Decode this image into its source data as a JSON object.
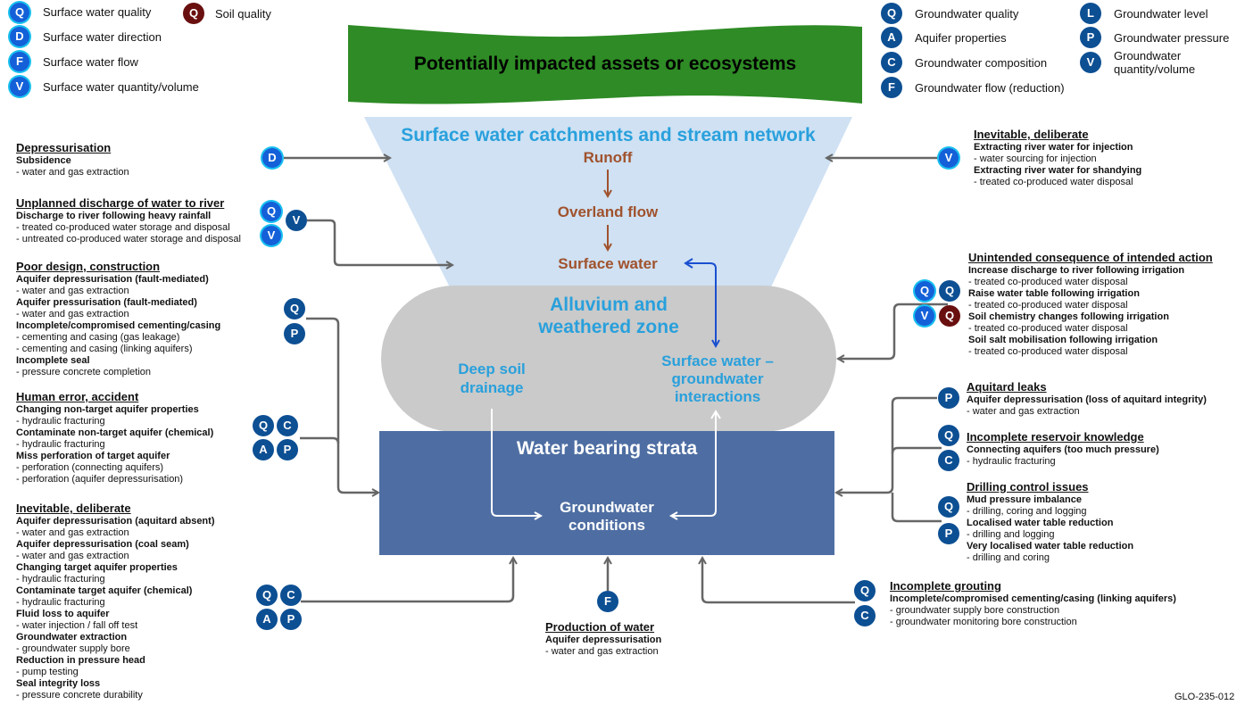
{
  "title_banner": "Potentially impacted assets or ecosystems",
  "figure_code": "GLO-235-012",
  "colors": {
    "banner_green": "#2e8b25",
    "catchment_fill": "#cfe1f3",
    "alluvium_fill": "#cacaca",
    "strata_fill": "#4e6ea3",
    "surface_badge": "#1460d8",
    "surface_badge_ring": "#19c0f0",
    "groundwater_badge": "#0d4f93",
    "soil_badge": "#6a0f0f",
    "zone_label_blue": "#29a0dc",
    "process_brown": "#a0522d",
    "connector_grey": "#666666",
    "interaction_arrow_blue": "#1a4fd0"
  },
  "legend": {
    "surface": [
      {
        "letter": "Q",
        "label": "Surface water quality"
      },
      {
        "letter": "D",
        "label": "Surface water direction"
      },
      {
        "letter": "F",
        "label": "Surface water flow"
      },
      {
        "letter": "V",
        "label": "Surface water quantity/volume"
      }
    ],
    "soil": [
      {
        "letter": "Q",
        "label": "Soil quality"
      }
    ],
    "groundwater_col1": [
      {
        "letter": "Q",
        "label": "Groundwater quality"
      },
      {
        "letter": "A",
        "label": "Aquifer properties"
      },
      {
        "letter": "C",
        "label": "Groundwater composition"
      },
      {
        "letter": "F",
        "label": "Groundwater flow (reduction)"
      }
    ],
    "groundwater_col2": [
      {
        "letter": "L",
        "label": "Groundwater level"
      },
      {
        "letter": "P",
        "label": "Groundwater pressure"
      },
      {
        "letter": "V",
        "label": "Groundwater quantity/volume"
      }
    ]
  },
  "zones": {
    "catchment": "Surface water catchments and stream network",
    "runoff": "Runoff",
    "overland": "Overland flow",
    "surface_water": "Surface water",
    "alluvium_line1": "Alluvium and",
    "alluvium_line2": "weathered zone",
    "deep_soil_line1": "Deep soil",
    "deep_soil_line2": "drainage",
    "interaction_line1": "Surface water –",
    "interaction_line2": "groundwater",
    "interaction_line3": "interactions",
    "strata": "Water bearing strata",
    "gw_conditions_line1": "Groundwater",
    "gw_conditions_line2": "conditions"
  },
  "left_blocks": [
    {
      "heading": "Depressurisation",
      "entries": [
        {
          "cause": "Subsidence",
          "activities": [
            "- water and gas extraction"
          ]
        }
      ]
    },
    {
      "heading": "Unplanned discharge of water to river",
      "entries": [
        {
          "cause": "Discharge to river following heavy rainfall",
          "activities": [
            "- treated co-produced water storage and disposal",
            "- untreated co-produced water storage and disposal"
          ]
        }
      ]
    },
    {
      "heading": "Poor design, construction",
      "entries": [
        {
          "cause": "Aquifer depressurisation (fault-mediated)",
          "activities": [
            "- water and gas extraction"
          ]
        },
        {
          "cause": "Aquifer pressurisation (fault-mediated)",
          "activities": [
            "- water and gas extraction"
          ]
        },
        {
          "cause": "Incomplete/compromised cementing/casing",
          "activities": [
            "- cementing and casing (gas leakage)",
            "- cementing and casing (linking aquifers)"
          ]
        },
        {
          "cause": "Incomplete seal",
          "activities": [
            "- pressure concrete completion"
          ]
        }
      ]
    },
    {
      "heading": "Human error, accident",
      "entries": [
        {
          "cause": "Changing non-target aquifer properties",
          "activities": [
            "- hydraulic fracturing"
          ]
        },
        {
          "cause": "Contaminate non-target aquifer (chemical)",
          "activities": [
            "- hydraulic fracturing"
          ]
        },
        {
          "cause": "Miss perforation of target aquifer",
          "activities": [
            "- perforation (connecting aquifers)",
            "- perforation (aquifer depressurisation)"
          ]
        }
      ]
    },
    {
      "heading": "Inevitable, deliberate",
      "entries": [
        {
          "cause": "Aquifer depressurisation (aquitard absent)",
          "activities": [
            "- water and gas extraction"
          ]
        },
        {
          "cause": "Aquifer depressurisation (coal seam)",
          "activities": [
            "- water and gas extraction"
          ]
        },
        {
          "cause": "Changing target aquifer properties",
          "activities": [
            "- hydraulic fracturing"
          ]
        },
        {
          "cause": "Contaminate target aquifer (chemical)",
          "activities": [
            "- hydraulic fracturing"
          ]
        },
        {
          "cause": "Fluid loss to aquifer",
          "activities": [
            "- water injection / fall off test"
          ]
        },
        {
          "cause": "Groundwater extraction",
          "activities": [
            "- groundwater supply bore"
          ]
        },
        {
          "cause": "Reduction in pressure head",
          "activities": [
            "- pump testing"
          ]
        },
        {
          "cause": "Seal integrity loss",
          "activities": [
            "- pressure concrete durability"
          ]
        }
      ]
    }
  ],
  "right_blocks": [
    {
      "heading": "Inevitable, deliberate",
      "entries": [
        {
          "cause": "Extracting river water for injection",
          "activities": [
            "- water sourcing for injection"
          ]
        },
        {
          "cause": "Extracting river water for shandying",
          "activities": [
            "- treated co-produced water disposal"
          ]
        }
      ]
    },
    {
      "heading": "Unintended consequence of intended action",
      "entries": [
        {
          "cause": "Increase discharge to river following irrigation",
          "activities": [
            "- treated co-produced water disposal"
          ]
        },
        {
          "cause": "Raise water table following irrigation",
          "activities": [
            "- treated co-produced water disposal"
          ]
        },
        {
          "cause": "Soil chemistry changes following irrigation",
          "activities": [
            "- treated co-produced water disposal"
          ]
        },
        {
          "cause": "Soil salt mobilisation following irrigation",
          "activities": [
            "- treated co-produced water disposal"
          ]
        }
      ]
    },
    {
      "heading": "Aquitard leaks",
      "entries": [
        {
          "cause": "Aquifer depressurisation (loss of aquitard integrity)",
          "activities": [
            "- water and gas extraction"
          ]
        }
      ]
    },
    {
      "heading": "Incomplete reservoir knowledge",
      "entries": [
        {
          "cause": "Connecting aquifers (too much pressure)",
          "activities": [
            "- hydraulic fracturing"
          ]
        }
      ]
    },
    {
      "heading": "Drilling control issues",
      "entries": [
        {
          "cause": "Mud pressure imbalance",
          "activities": [
            "- drilling, coring and logging"
          ]
        },
        {
          "cause": "Localised water table reduction",
          "activities": [
            "- drilling and logging"
          ]
        },
        {
          "cause": "Very localised water table reduction",
          "activities": [
            "- drilling and coring"
          ]
        }
      ]
    }
  ],
  "bottom_blocks": [
    {
      "heading": "Production of water",
      "entries": [
        {
          "cause": "Aquifer depressurisation",
          "activities": [
            "- water and gas extraction"
          ]
        }
      ]
    },
    {
      "heading": "Incomplete grouting",
      "entries": [
        {
          "cause": "Incomplete/compromised cementing/casing (linking aquifers)",
          "activities": [
            "- groundwater supply bore construction",
            "- groundwater monitoring bore construction"
          ]
        }
      ]
    }
  ],
  "badge_groups": [
    {
      "id": "depress",
      "badges": [
        {
          "l": "D",
          "t": "sw"
        }
      ]
    },
    {
      "id": "unplanned",
      "badges": [
        {
          "l": "Q",
          "t": "sw"
        },
        {
          "l": "V",
          "t": "sw"
        },
        {
          "l": "V",
          "t": "gw"
        }
      ]
    },
    {
      "id": "poor-design",
      "badges": [
        {
          "l": "Q",
          "t": "gw"
        },
        {
          "l": "P",
          "t": "gw"
        }
      ]
    },
    {
      "id": "human-error",
      "badges": [
        {
          "l": "Q",
          "t": "gw"
        },
        {
          "l": "C",
          "t": "gw"
        },
        {
          "l": "A",
          "t": "gw"
        },
        {
          "l": "P",
          "t": "gw"
        }
      ]
    },
    {
      "id": "inevitable-left",
      "badges": [
        {
          "l": "Q",
          "t": "gw"
        },
        {
          "l": "C",
          "t": "gw"
        },
        {
          "l": "A",
          "t": "gw"
        },
        {
          "l": "P",
          "t": "gw"
        }
      ]
    },
    {
      "id": "production",
      "badges": [
        {
          "l": "F",
          "t": "gw"
        }
      ]
    },
    {
      "id": "grouting",
      "badges": [
        {
          "l": "Q",
          "t": "gw"
        },
        {
          "l": "C",
          "t": "gw"
        }
      ]
    },
    {
      "id": "inevitable-right",
      "badges": [
        {
          "l": "V",
          "t": "sw"
        }
      ]
    },
    {
      "id": "unintended",
      "badges": [
        {
          "l": "Q",
          "t": "sw"
        },
        {
          "l": "Q",
          "t": "gw"
        },
        {
          "l": "V",
          "t": "sw"
        },
        {
          "l": "Q",
          "t": "soil"
        }
      ]
    },
    {
      "id": "aquitard",
      "badges": [
        {
          "l": "P",
          "t": "gw"
        }
      ]
    },
    {
      "id": "reservoir",
      "badges": [
        {
          "l": "Q",
          "t": "gw"
        },
        {
          "l": "C",
          "t": "gw"
        }
      ]
    },
    {
      "id": "drilling",
      "badges": [
        {
          "l": "Q",
          "t": "gw"
        },
        {
          "l": "P",
          "t": "gw"
        }
      ]
    }
  ]
}
